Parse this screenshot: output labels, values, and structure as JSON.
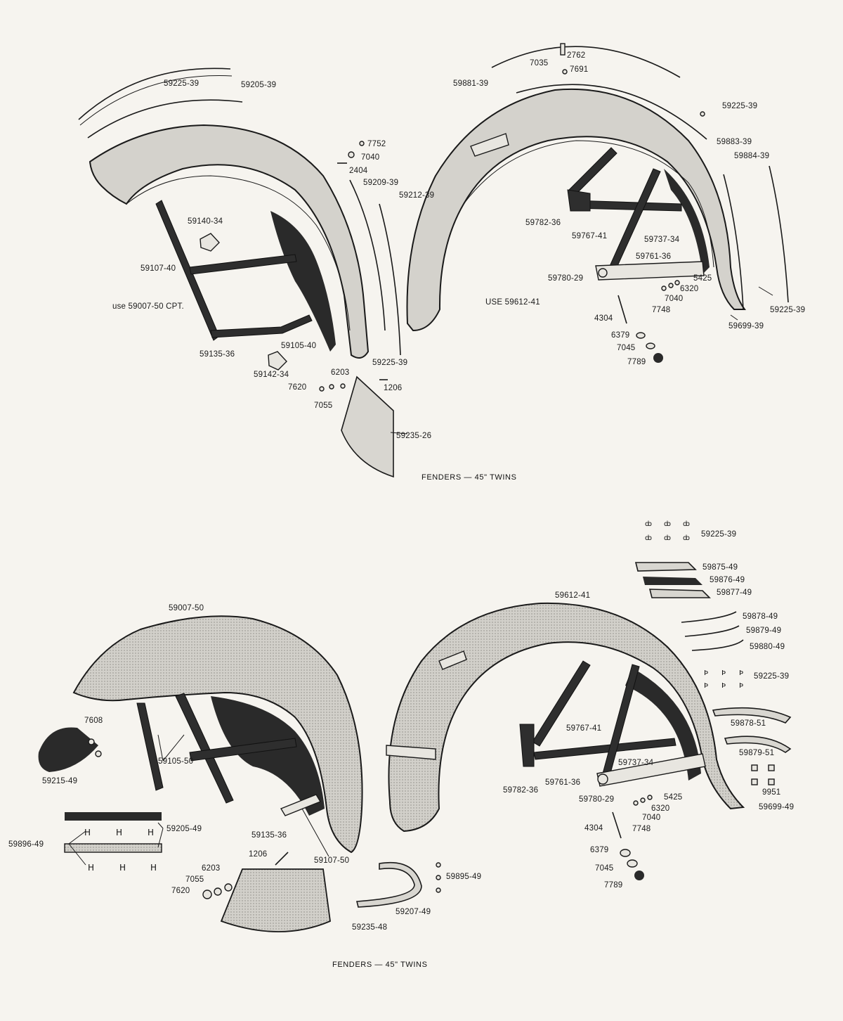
{
  "top_diagram": {
    "caption": "FENDERS — 45\" TWINS",
    "labels": {
      "p59225_39a": "59225-39",
      "p59205_39": "59205-39",
      "p7752": "7752",
      "p7040a": "7040",
      "p2404": "2404",
      "p59209_39": "59209-39",
      "p59212_39": "59212-39",
      "p59140_34": "59140-34",
      "p59107_40": "59107-40",
      "use_front": "use 59007-50 CPT.",
      "p59105_40": "59105-40",
      "p59135_36": "59135-36",
      "p59142_34": "59142-34",
      "p6203": "6203",
      "p1206": "1206",
      "p59225_39b": "59225-39",
      "p7620": "7620",
      "p7055": "7055",
      "p59235_26": "59235-26",
      "use_rear": "USE  59612-41",
      "p2762": "2762",
      "p7035": "7035",
      "p7691": "7691",
      "p59881_39": "59881-39",
      "p59225_39c": "59225-39",
      "p59883_39": "59883-39",
      "p59884_39": "59884-39",
      "p59782_36": "59782-36",
      "p59767_41": "59767-41",
      "p59737_34": "59737-34",
      "p59761_36": "59761-36",
      "p59780_29": "59780-29",
      "p5425": "5425",
      "p6320": "6320",
      "p7040b": "7040",
      "p7748": "7748",
      "p4304": "4304",
      "p59225_39d": "59225-39",
      "p59699_39": "59699-39",
      "p6379": "6379",
      "p7045": "7045",
      "p7789": "7789"
    }
  },
  "bottom_diagram": {
    "caption": "FENDERS — 45\" TWINS",
    "labels": {
      "p59007_50": "59007-50",
      "p7608": "7608",
      "p59215_49": "59215-49",
      "p59105_50": "59105-50",
      "p59205_49": "59205-49",
      "p59896_49": "59896-49",
      "p59135_36": "59135-36",
      "p59107_50": "59107-50",
      "p1206": "1206",
      "p6203": "6203",
      "p7055": "7055",
      "p7620": "7620",
      "p59235_48": "59235-48",
      "p59207_49": "59207-49",
      "p59895_49": "59895-49",
      "p59612_41": "59612-41",
      "p59225_39a": "59225-39",
      "p59875_49": "59875-49",
      "p59876_49": "59876-49",
      "p59877_49": "59877-49",
      "p59878_49": "59878-49",
      "p59879_49": "59879-49",
      "p59880_49": "59880-49",
      "p59225_39b": "59225-39",
      "p59878_51": "59878-51",
      "p59879_51": "59879-51",
      "p9951": "9951",
      "p59699_49": "59699-49",
      "p59767_41": "59767-41",
      "p59737_34": "59737-34",
      "p59761_36": "59761-36",
      "p59782_36": "59782-36",
      "p59780_29": "59780-29",
      "p5425": "5425",
      "p6320": "6320",
      "p7040": "7040",
      "p7748": "7748",
      "p4304": "4304",
      "p6379": "6379",
      "p7045": "7045",
      "p7789": "7789"
    }
  }
}
